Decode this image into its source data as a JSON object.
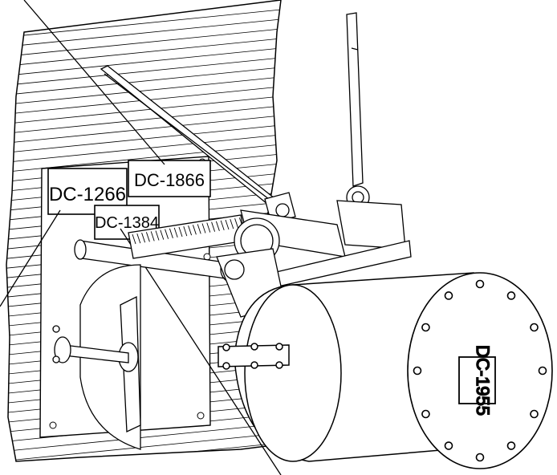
{
  "labels": {
    "plate_left": "DC-1266",
    "plate_right": "DC-1866",
    "plate_small": "DC-1384",
    "end_cap": "DC-1955"
  },
  "colors": {
    "line": "#000000",
    "background": "#ffffff"
  }
}
